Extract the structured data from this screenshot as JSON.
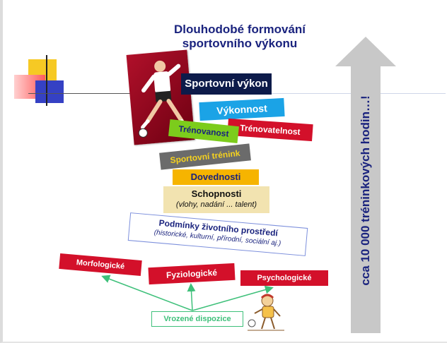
{
  "title": [
    "Dlouhodobé formování",
    "sportovního výkonu"
  ],
  "arrow_label": "cca 10 000 tréninkových hodin…!",
  "labels": {
    "sportovni_vykon": "Sportovní výkon",
    "vykonnost": "Výkonnost",
    "trenovatelnost": "Trénovatelnost",
    "trenovanost": "Trénovanost",
    "sportovni_trenink": "Sportovní trénink",
    "dovednosti": "Dovednosti",
    "schopnosti": "Schopnosti",
    "schopnosti_sub": "(vlohy, nadání ... talent)",
    "podminky": "Podmínky životního prostředí",
    "podminky_sub": "(historické, kulturní, přírodní, sociální aj.)",
    "morfologicke": "Morfologické",
    "fyziologicke": "Fyziologické",
    "psychologicke": "Psychologické",
    "vrozene": "Vrozené dispozice"
  },
  "colors": {
    "navy": "#1a237e",
    "dark_navy": "#0d1b4a",
    "cyan": "#1ba3e6",
    "red": "#d3102a",
    "lime": "#7ccc1c",
    "gray": "#6b6b6b",
    "orange": "#f6b400",
    "beige": "#f2e3b0",
    "arrow_gray": "#c8c8c8",
    "green": "#3ec07a"
  }
}
